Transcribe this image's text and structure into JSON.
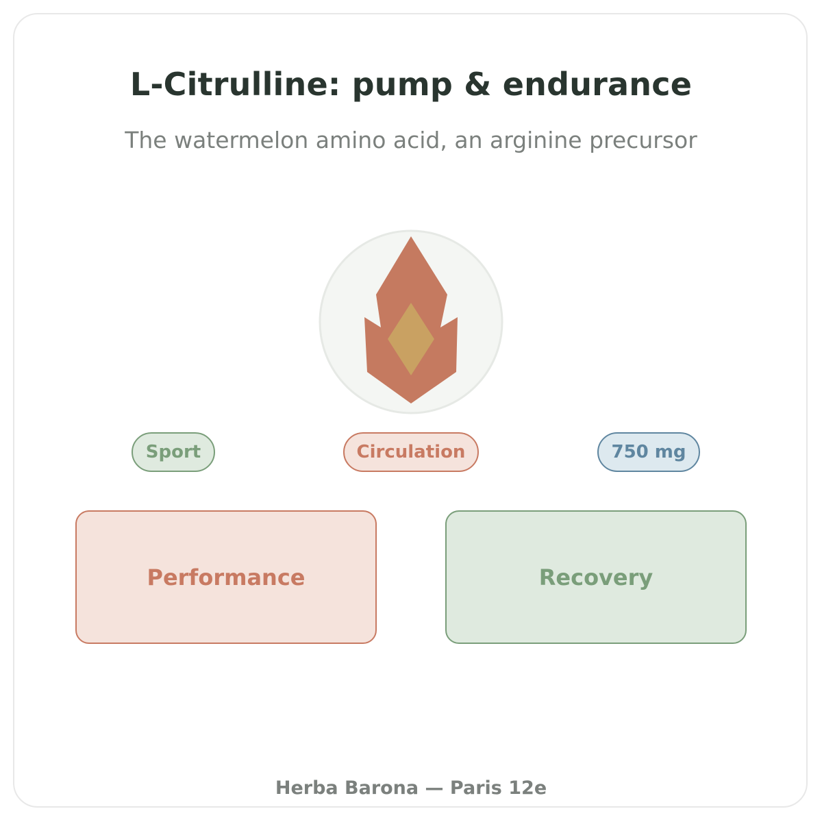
{
  "header": {
    "title": "L-Citrulline: pump & endurance",
    "subtitle": "The watermelon amino acid, an arginine precursor"
  },
  "emblem": {
    "icon": "flame-icon",
    "colors": {
      "circle_fill": "#f4f6f3",
      "circle_stroke": "#e6e9e5",
      "flame": "#c57a60",
      "core": "#c9a162"
    }
  },
  "tags": [
    {
      "label": "Sport",
      "color": "#7a9e7a"
    },
    {
      "label": "Circulation",
      "color": "#c87a62"
    },
    {
      "label": "750 mg",
      "color": "#5f86a0"
    }
  ],
  "cards": [
    {
      "label": "Performance",
      "color": "#c87a62"
    },
    {
      "label": "Recovery",
      "color": "#7a9e7a"
    }
  ],
  "footer": {
    "text": "Herba Barona — Paris 12e"
  }
}
